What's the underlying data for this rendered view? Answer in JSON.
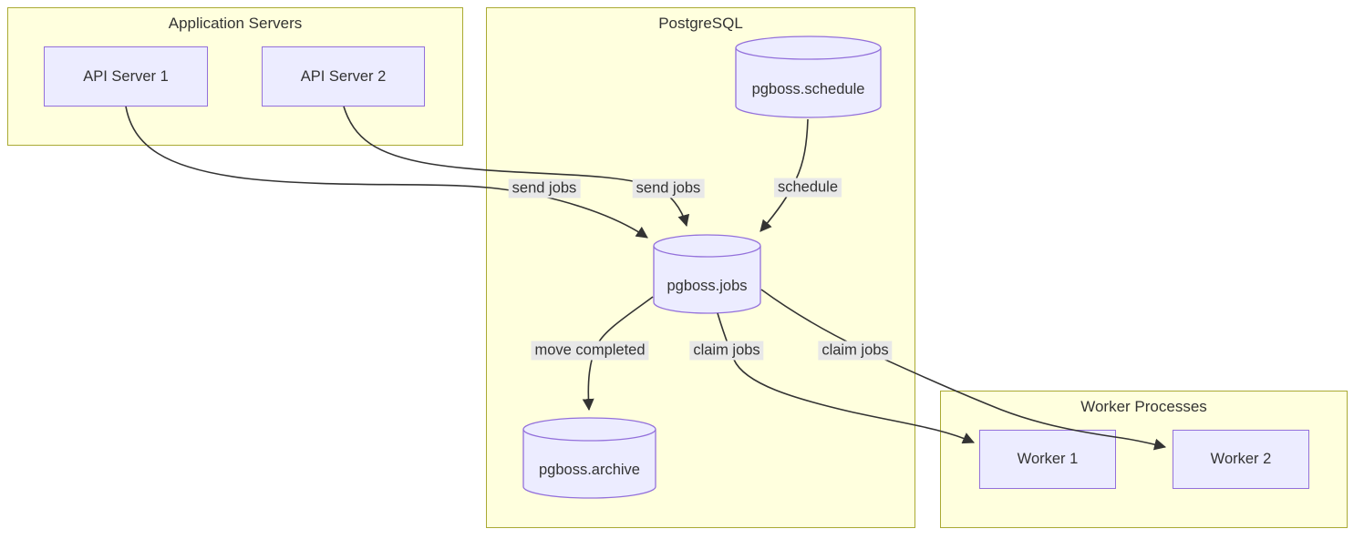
{
  "diagram": {
    "type": "flowchart",
    "subgraphs": [
      {
        "id": "application-servers",
        "title": "Application Servers"
      },
      {
        "id": "postgresql",
        "title": "PostgreSQL"
      },
      {
        "id": "worker-processes",
        "title": "Worker Processes"
      }
    ],
    "nodes": [
      {
        "id": "api-server-1",
        "label": "API Server 1",
        "shape": "rect",
        "subgraph": "application-servers"
      },
      {
        "id": "api-server-2",
        "label": "API Server 2",
        "shape": "rect",
        "subgraph": "application-servers"
      },
      {
        "id": "pgboss-schedule",
        "label": "pgboss.schedule",
        "shape": "cylinder",
        "subgraph": "postgresql"
      },
      {
        "id": "pgboss-jobs",
        "label": "pgboss.jobs",
        "shape": "cylinder",
        "subgraph": "postgresql"
      },
      {
        "id": "pgboss-archive",
        "label": "pgboss.archive",
        "shape": "cylinder",
        "subgraph": "postgresql"
      },
      {
        "id": "worker-1",
        "label": "Worker 1",
        "shape": "rect",
        "subgraph": "worker-processes"
      },
      {
        "id": "worker-2",
        "label": "Worker 2",
        "shape": "rect",
        "subgraph": "worker-processes"
      }
    ],
    "edges": [
      {
        "from": "api-server-1",
        "to": "pgboss-jobs",
        "label": "send jobs"
      },
      {
        "from": "api-server-2",
        "to": "pgboss-jobs",
        "label": "send jobs"
      },
      {
        "from": "pgboss-schedule",
        "to": "pgboss-jobs",
        "label": "schedule"
      },
      {
        "from": "pgboss-jobs",
        "to": "pgboss-archive",
        "label": "move completed"
      },
      {
        "from": "pgboss-jobs",
        "to": "worker-1",
        "label": "claim jobs"
      },
      {
        "from": "pgboss-jobs",
        "to": "worker-2",
        "label": "claim jobs"
      }
    ],
    "colors": {
      "subgraph_fill": "#ffffde",
      "subgraph_border": "#aaaa33",
      "node_fill": "#ECECFF",
      "node_border": "#9370DB",
      "edge_line": "#333333",
      "edge_label_bg": "#e8e8e8",
      "text": "#333333",
      "background": "#ffffff"
    }
  }
}
